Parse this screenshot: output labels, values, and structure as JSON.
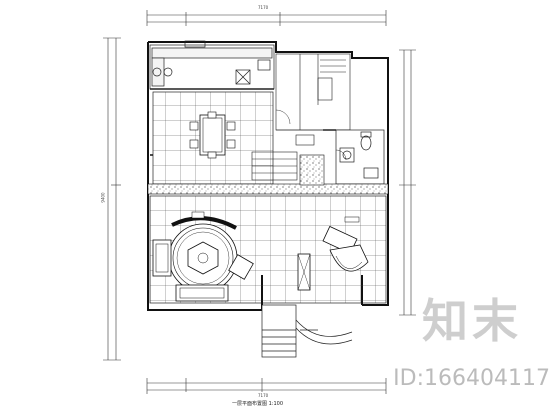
{
  "drawing": {
    "caption": "一层平面布置图 1:100",
    "top_dimension": "7170",
    "bottom_dimension": "7170",
    "left_dimension": "9400"
  },
  "watermark": {
    "brand_text": "知末",
    "id_text": "ID:166404117"
  }
}
